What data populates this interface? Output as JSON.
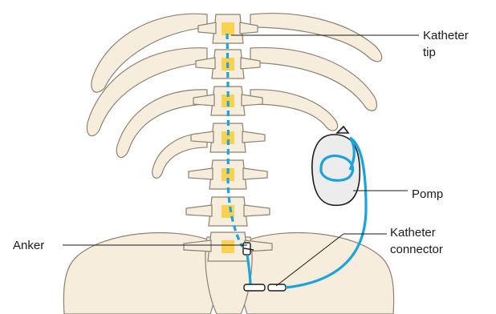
{
  "labels": {
    "catheter_tip": {
      "line1": "Katheter",
      "line2": "tip"
    },
    "pump": "Pomp",
    "anchor": "Anker",
    "catheter_connector": {
      "line1": "Katheter",
      "line2": "connector"
    }
  },
  "colors": {
    "bone_fill": "#f7eddc",
    "bone_stroke": "#8c8272",
    "disc_fill": "#fbd152",
    "catheter": "#1aa3dc",
    "pump_fill": "#ececec",
    "pump_stroke": "#1c1c1c",
    "leader_line": "#1a1a1a"
  }
}
